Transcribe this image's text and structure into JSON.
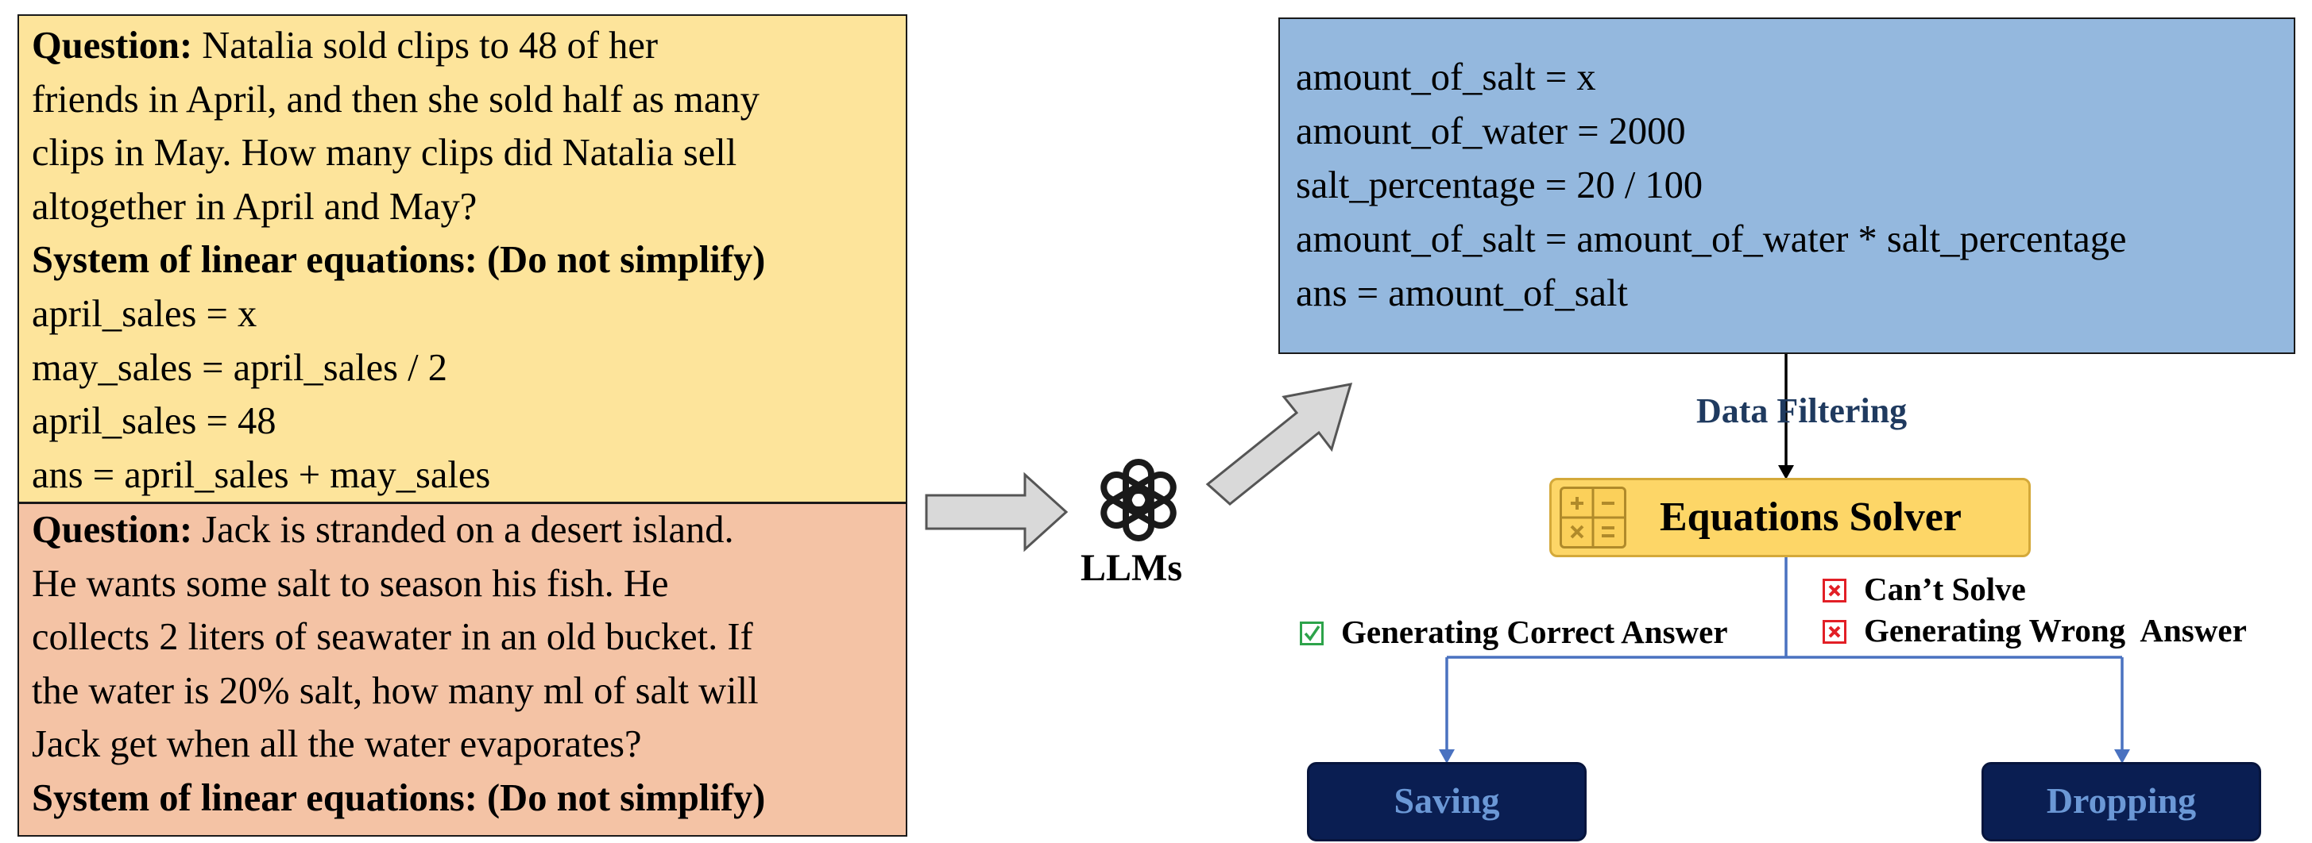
{
  "example": {
    "question_label": "Question:",
    "question_lines": [
      " Natalia sold clips to 48 of her",
      "friends in April, and then she sold half as many",
      "clips in May. How many clips did Natalia sell",
      "altogether in April and May?"
    ],
    "system_label": "System of linear equations: (Do not simplify)",
    "equations": [
      "april_sales = x",
      "may_sales = april_sales / 2",
      "april_sales = 48",
      "ans = april_sales + may_sales"
    ]
  },
  "query": {
    "question_label": "Question:",
    "question_lines": [
      " Jack is stranded on a desert island.",
      "He wants some salt to season his fish. He",
      "collects 2 liters of seawater in an old bucket. If",
      "the water is 20% salt, how many ml of salt will",
      "Jack get when all the water evaporates?"
    ],
    "system_label": "System of linear equations: (Do not simplify)"
  },
  "llm": {
    "label": "LLMs",
    "icon": "openai-logo-icon"
  },
  "generated": {
    "lines": [
      "amount_of_salt = x",
      "amount_of_water = 2000",
      "salt_percentage = 20 / 100",
      "amount_of_salt = amount_of_water * salt_percentage",
      "ans = amount_of_salt"
    ]
  },
  "filter": {
    "label": "Data Filtering",
    "solver_label": "Equations Solver",
    "solver_icon": "calculator-icon",
    "correct_label": "Generating Correct Answer",
    "cant_solve_label": "Can’t Solve",
    "wrong_label": "Generating Wrong  Answer",
    "saving_label": "Saving",
    "dropping_label": "Dropping"
  },
  "colors": {
    "example_bg": "#fde49b",
    "query_bg": "#f4c3a5",
    "code_bg": "#94b8de",
    "solver_bg": "#fdd667",
    "result_bg": "#0a1e52",
    "result_text": "#6b98d6",
    "flow_line": "#4a72c0",
    "ok": "#2da34a",
    "bad": "#e21f26"
  }
}
